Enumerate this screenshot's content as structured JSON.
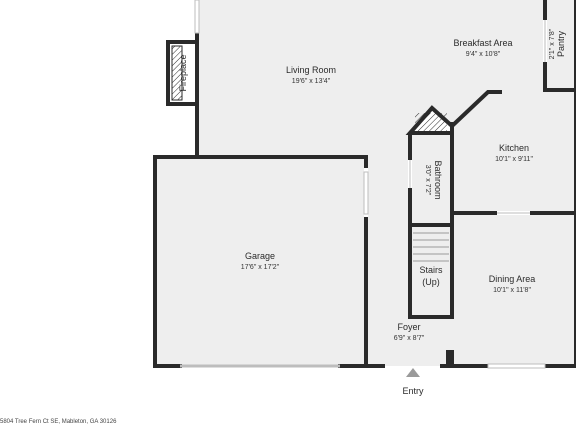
{
  "rooms": {
    "living_room": {
      "name": "Living Room",
      "dims": "19'6\" x 13'4\""
    },
    "breakfast_area": {
      "name": "Breakfast Area",
      "dims": "9'4\" x 10'8\""
    },
    "pantry": {
      "name": "Pantry",
      "dims": "2'1\" x 7'8\""
    },
    "fireplace": {
      "name": "Fireplace"
    },
    "kitchen": {
      "name": "Kitchen",
      "dims": "10'1\" x 9'11\""
    },
    "bathroom": {
      "name": "Bathroom",
      "dims": "3'0\" x 7'2\""
    },
    "garage": {
      "name": "Garage",
      "dims": "17'6\" x 17'2\""
    },
    "stairs": {
      "name": "Stairs",
      "dims": "(Up)"
    },
    "dining_area": {
      "name": "Dining Area",
      "dims": "10'1\" x 11'8\""
    },
    "foyer": {
      "name": "Foyer",
      "dims": "6'9\" x 8'7\""
    }
  },
  "entry_label": "Entry",
  "address": "5804 Tree Fern Ct SE, Mableton, GA 30126",
  "colors": {
    "wall": "#2a2a2a",
    "floor": "#eeeeee",
    "window": "#bdbdbd",
    "text": "#2b2b2b"
  }
}
